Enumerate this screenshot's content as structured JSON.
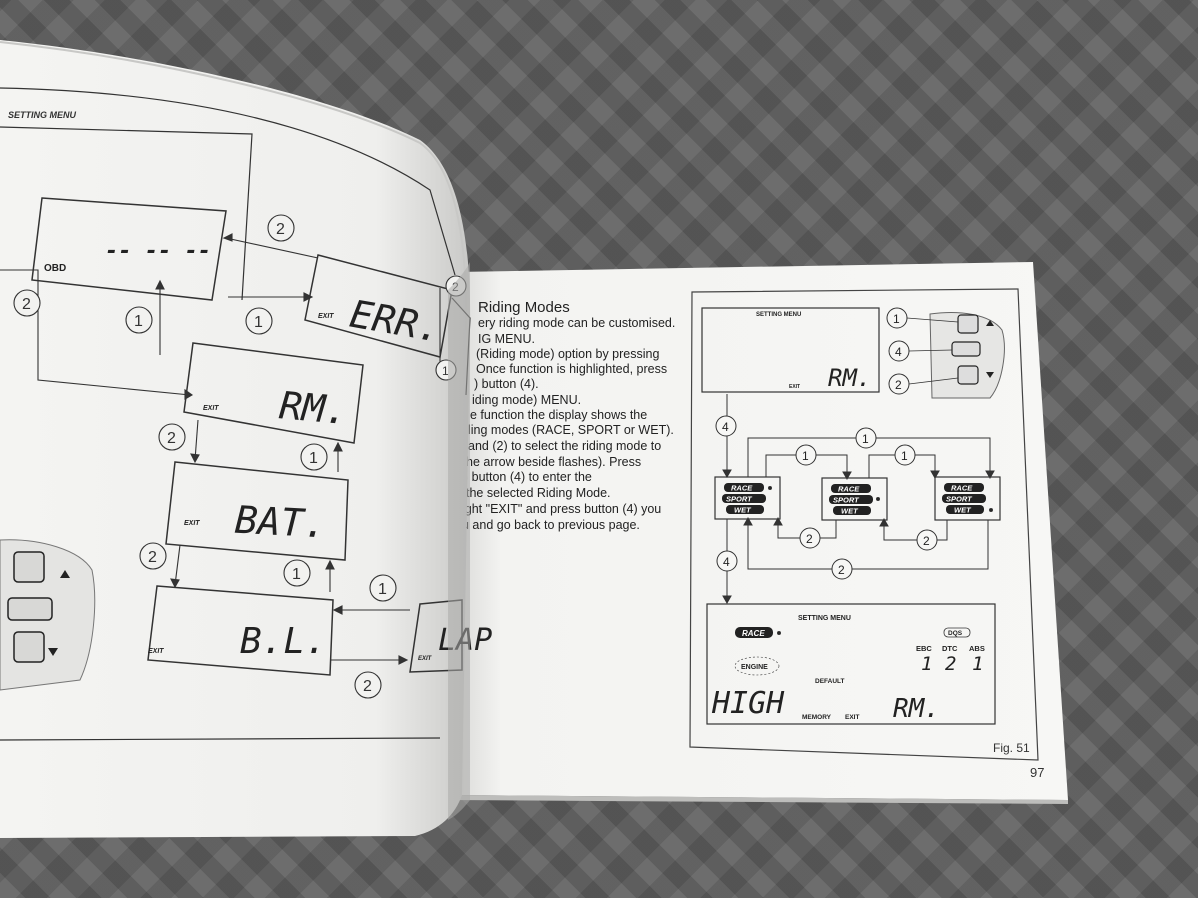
{
  "left_page": {
    "setting_menu_label": "SETTING MENU",
    "dashes": "-- -- --",
    "err_display": "ERR.",
    "rm_display": "RM.",
    "bat_display": "BAT.",
    "bl_display": "B.L.",
    "lap_display": "LAP",
    "exit_label": "EXIT",
    "callout_1": "1",
    "callout_2": "2"
  },
  "right_page": {
    "section_title": "Riding Modes",
    "body_lines": [
      "ery riding mode can be customised.",
      "IG MENU.",
      "(Riding mode) option by pressing",
      "Once function is highlighted, press",
      ") button (4).",
      "iding mode) MENU.",
      "e function the display shows the",
      "ling modes (RACE, SPORT or WET).",
      "and (2) to select the riding mode to",
      "he arrow beside flashes). Press",
      ") button (4) to enter the",
      "the selected Riding Mode.",
      "ight \"EXIT\" and press button (4) you",
      "u and go back to previous page."
    ],
    "figure": {
      "setting_menu_label": "SETTING MENU",
      "rm_display": "RM.",
      "exit_label": "EXIT",
      "callout_1": "1",
      "callout_2": "2",
      "callout_4": "4",
      "mode_race": "RACE",
      "mode_sport": "SPORT",
      "mode_wet": "WET",
      "dqs_label": "DQS",
      "ebc_label": "EBC",
      "dtc_label": "DTC",
      "abs_label": "ABS",
      "ebc_value": "1",
      "dtc_value": "2",
      "abs_value": "1",
      "engine_label": "ENGINE",
      "default_label": "DEFAULT",
      "high_display": "HIGH",
      "memory_label": "MEMORY",
      "caption": "Fig. 51"
    },
    "page_number": "97"
  }
}
